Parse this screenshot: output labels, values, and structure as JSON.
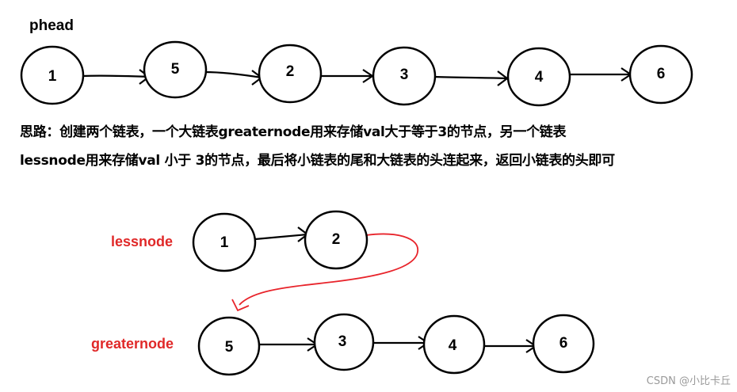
{
  "top_list": {
    "head_label": "phead",
    "nodes": [
      "1",
      "5",
      "2",
      "3",
      "4",
      "6"
    ]
  },
  "explanation": {
    "line1": "思路：创建两个链表，一个大链表greaternode用来存储val大于等于3的节点，另一个链表",
    "line2": "lessnode用来存储val 小于 3的节点，最后将小链表的尾和大链表的头连起来，返回小链表的头即可"
  },
  "less_list": {
    "label": "lessnode",
    "nodes": [
      "1",
      "2"
    ]
  },
  "greater_list": {
    "label": "greaternode",
    "nodes": [
      "5",
      "3",
      "4",
      "6"
    ]
  },
  "colors": {
    "accent_red": "#e02828",
    "line": "#000000"
  },
  "watermark": "CSDN @小比卡丘"
}
